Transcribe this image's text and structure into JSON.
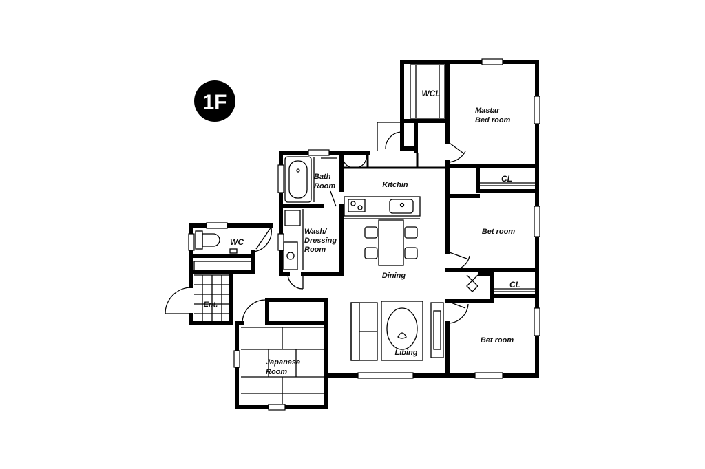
{
  "floor_badge": "1F",
  "rooms": {
    "wcl": "WCL",
    "master_bedroom": [
      "Mastar",
      "Bed room"
    ],
    "cl_1": "CL",
    "cl_2": "CL",
    "bedroom_1": "Bet room",
    "bedroom_2": "Bet room",
    "bath_room": [
      "Bath",
      "Room"
    ],
    "kitchen": "Kitchin",
    "wash_dressing": [
      "Wash/",
      "Dressing",
      "Room"
    ],
    "wc": "WC",
    "entrance": "Ent.",
    "dining": "Dining",
    "living": "Libing",
    "japanese_room": [
      "Japanese",
      "Room"
    ]
  }
}
